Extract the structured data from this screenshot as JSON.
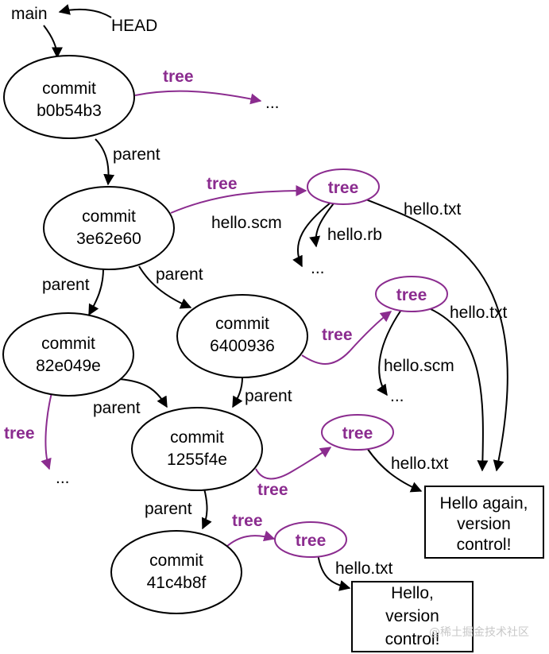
{
  "refs": {
    "main": "main",
    "head": "HEAD"
  },
  "commits": {
    "c1": {
      "word": "commit",
      "hash": "b0b54b3"
    },
    "c2": {
      "word": "commit",
      "hash": "3e62e60"
    },
    "c3": {
      "word": "commit",
      "hash": "82e049e"
    },
    "c4": {
      "word": "commit",
      "hash": "6400936"
    },
    "c5": {
      "word": "commit",
      "hash": "1255f4e"
    },
    "c6": {
      "word": "commit",
      "hash": "41c4b8f"
    }
  },
  "trees": {
    "t2": "tree",
    "t4": "tree",
    "t5": "tree",
    "t6": "tree"
  },
  "blobs": {
    "b1": [
      "Hello again,",
      "version",
      "control!"
    ],
    "b2": [
      "Hello,",
      "version",
      "control!"
    ]
  },
  "edge_labels": {
    "parent": "parent",
    "tree": "tree",
    "ellipsis": "...",
    "hello_txt": "hello.txt",
    "hello_scm": "hello.scm",
    "hello_rb": "hello.rb"
  },
  "colors": {
    "tree": "#8b2c8f",
    "edge": "#000000"
  },
  "watermark": "@稀土掘金技术社区"
}
